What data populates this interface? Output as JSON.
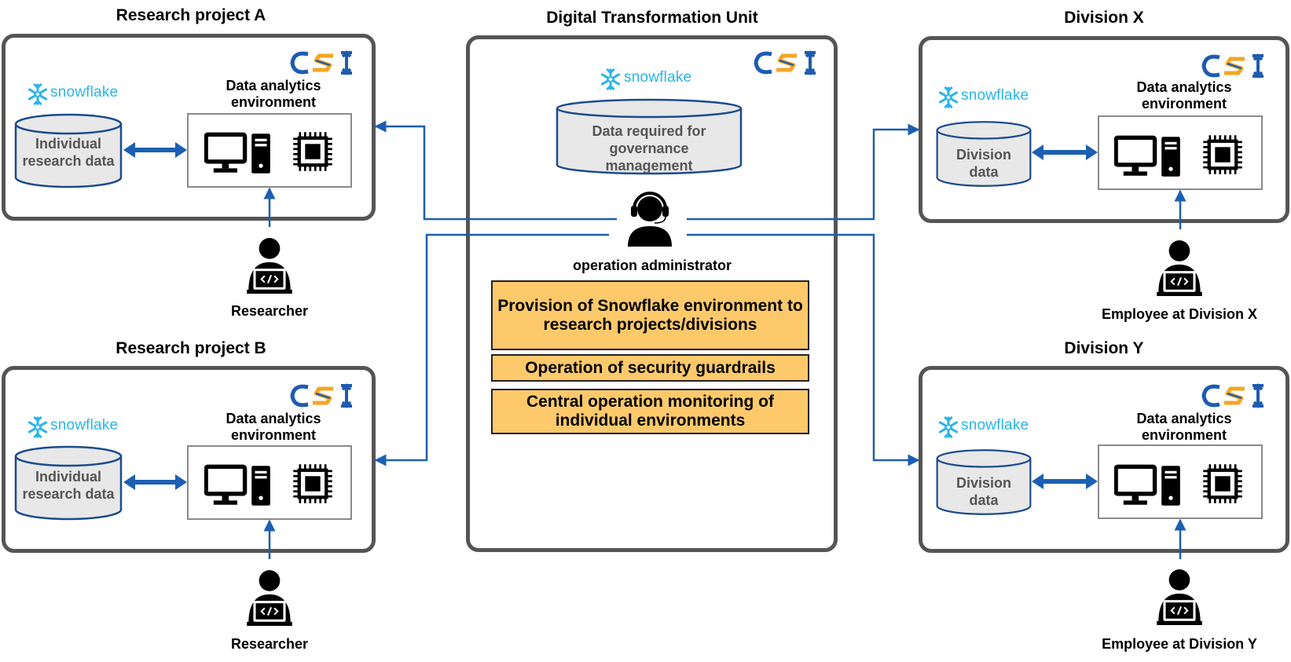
{
  "colors": {
    "arrow": "#1c5fb2",
    "panel_border": "#555555",
    "task_fill": "#fdc96a",
    "snowflake": "#29b5e8",
    "csi_blue": "#1e5bb0",
    "csi_orange": "#f5a623"
  },
  "icons": [
    "snowflake-logo",
    "csi-logo",
    "desktop-computer-icon",
    "cpu-chip-icon",
    "database-cylinder",
    "person-laptop-icon",
    "operator-headset-icon"
  ],
  "snowflake_label": "snowflake",
  "center": {
    "title": "Digital Transformation Unit",
    "database_label": "Data required for governance management",
    "operator_label": "operation administrator",
    "tasks": [
      "Provision of Snowflake environment to research projects/divisions",
      "Operation of security guardrails",
      "Central operation monitoring of individual environments"
    ]
  },
  "panels": {
    "research_a": {
      "title": "Research project A",
      "env_label": "Data analytics environment",
      "database_label": "Individual research data",
      "person_label": "Researcher"
    },
    "research_b": {
      "title": "Research project B",
      "env_label": "Data analytics environment",
      "database_label": "Individual research data",
      "person_label": "Researcher"
    },
    "division_x": {
      "title": "Division X",
      "env_label": "Data analytics environment",
      "database_label": "Division data",
      "person_label": "Employee at Division X"
    },
    "division_y": {
      "title": "Division Y",
      "env_label": "Data analytics environment",
      "database_label": "Division data",
      "person_label": "Employee at Division Y"
    }
  }
}
